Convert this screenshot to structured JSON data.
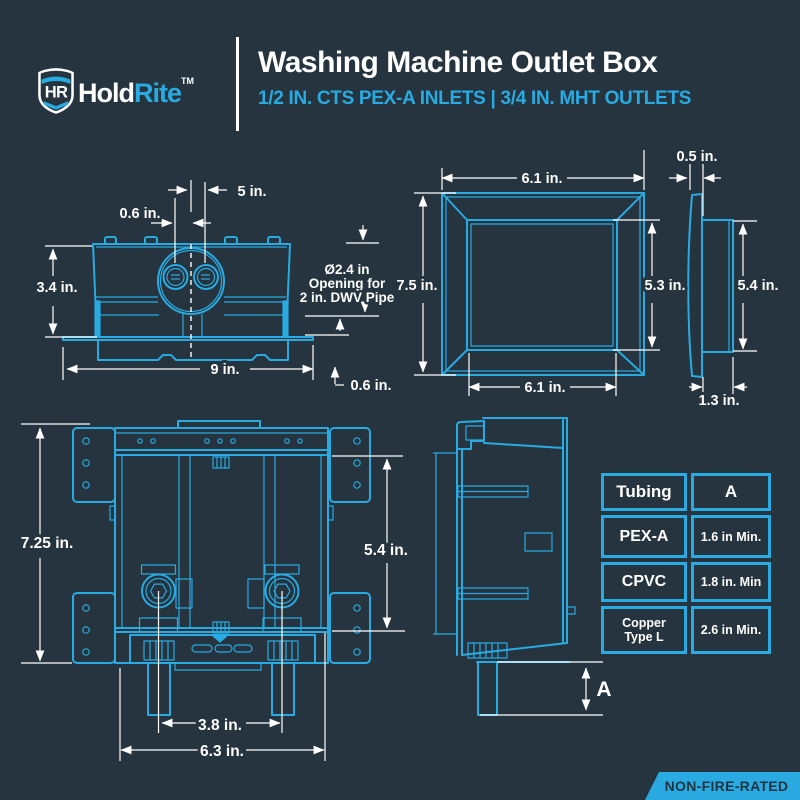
{
  "colors": {
    "background": "#25343E",
    "cyan": "#29ABE2",
    "white": "#FFFFFF",
    "badge_text": "#1F3340"
  },
  "header": {
    "logo": {
      "monogram": "HR",
      "brand_first": "Hold",
      "brand_second": "Rite",
      "trademark": "TM"
    },
    "title": "Washing Machine Outlet Box",
    "subtitle": "1/2 IN. CTS PEX-A INLETS | 3/4 IN. MHT OUTLETS"
  },
  "top_view": {
    "dim_width_center": "5 in.",
    "dim_offset_top": "0.6 in.",
    "dim_height": "3.4 in.",
    "dim_width_total": "9 in.",
    "dim_offset_bottom": "0.6 in.",
    "note_line1": "Ø2.4 in",
    "note_line2": "Opening for",
    "note_line3": "2 in. DWV Pipe"
  },
  "faceplate_view": {
    "dim_width_top": "6.1 in.",
    "dim_height_outer": "7.5 in.",
    "dim_height_inner": "5.3 in.",
    "dim_width_bottom": "6.1 in."
  },
  "profile_view": {
    "dim_thickness": "0.5 in.",
    "dim_height": "5.4 in.",
    "dim_depth": "1.3 in."
  },
  "front_view": {
    "dim_height_outer": "7.25 in.",
    "dim_height_inner": "5.4 in.",
    "dim_pipe_spacing": "3.8 in.",
    "dim_width": "6.3 in."
  },
  "side_view": {
    "dim_depth_label": "A"
  },
  "table": {
    "header": {
      "col1": "Tubing",
      "col2": "A"
    },
    "rows": [
      {
        "tubing": "PEX-A",
        "a": "1.6 in Min."
      },
      {
        "tubing": "CPVC",
        "a": "1.8 in. Min"
      },
      {
        "tubing": "Copper\nType L",
        "a": "2.6 in Min."
      }
    ]
  },
  "badge": {
    "label": "NON-FIRE-RATED"
  }
}
